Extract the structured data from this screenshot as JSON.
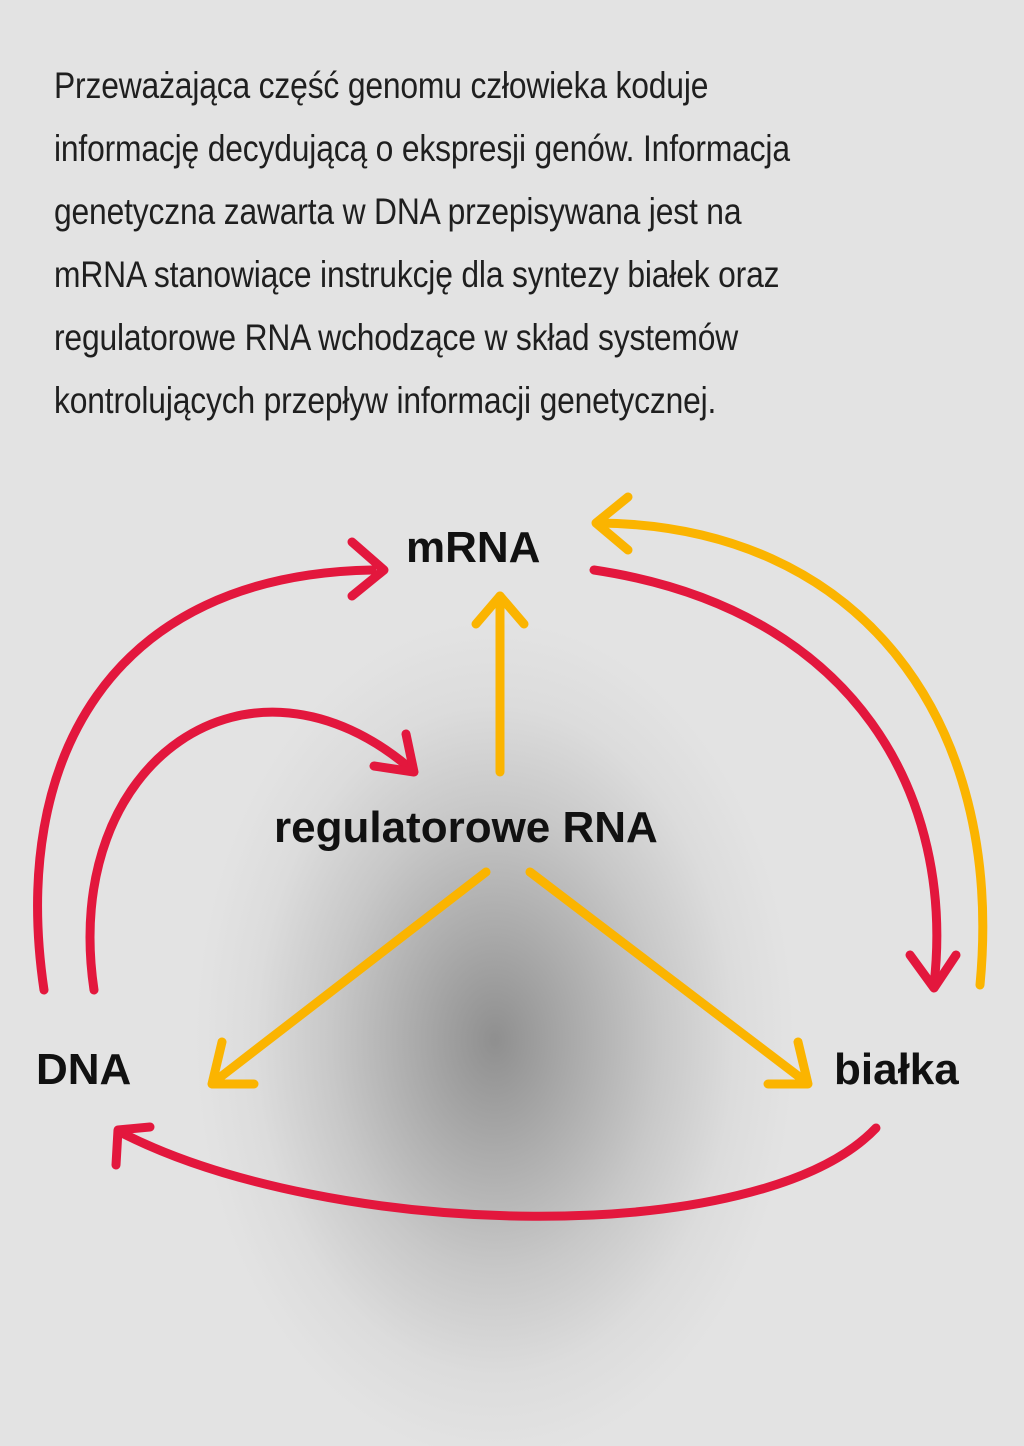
{
  "intro": {
    "lines": [
      "Przeważająca część genomu człowieka koduje",
      "informację decydującą o ekspresji genów. Informacja",
      "genetyczna zawarta w DNA przepisywana jest na",
      "mRNA stanowiące instrukcję dla syntezy białek oraz",
      "regulatorowe RNA wchodzące w skład systemów",
      "kontrolujących przepływ informacji genetycznej."
    ]
  },
  "nodes": {
    "mrna": "mRNA",
    "regulatory_rna": "regulatorowe RNA",
    "dna": "DNA",
    "proteins": "białka"
  },
  "colors": {
    "red_arrow": "#e3173d",
    "yellow_arrow": "#fbb400",
    "background": "#e3e3e3"
  }
}
